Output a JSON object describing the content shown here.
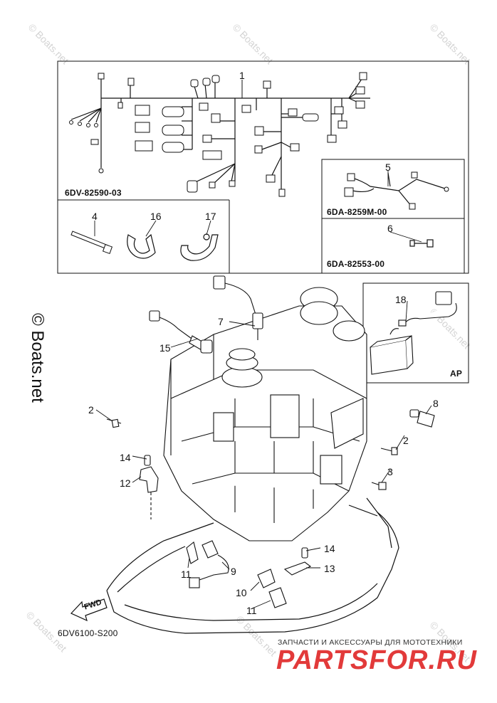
{
  "part_codes": {
    "harness_main": "6DV-82590-03",
    "harness_sub_5": "6DA-8259M-00",
    "harness_sub_6": "6DA-82553-00",
    "diagram_code": "6DV6100-S200"
  },
  "callouts": {
    "c1": "1",
    "c2a": "2",
    "c2b": "2",
    "c3": "3",
    "c4": "4",
    "c5": "5",
    "c6": "6",
    "c7": "7",
    "c8": "8",
    "c9": "9",
    "c10": "10",
    "c11a": "11",
    "c11b": "11",
    "c12": "12",
    "c13": "13",
    "c14a": "14",
    "c14b": "14",
    "c15": "15",
    "c16": "16",
    "c17": "17",
    "c18": "18"
  },
  "ap_label": "AP",
  "fwd_label": "FWD",
  "watermark": "© Boats.net",
  "banner": {
    "top_text": "ЗАПЧАСТИ И АКСЕССУАРЫ ДЛЯ МОТОТЕХНИКИ",
    "logo": "PARTSFOR.RU"
  }
}
